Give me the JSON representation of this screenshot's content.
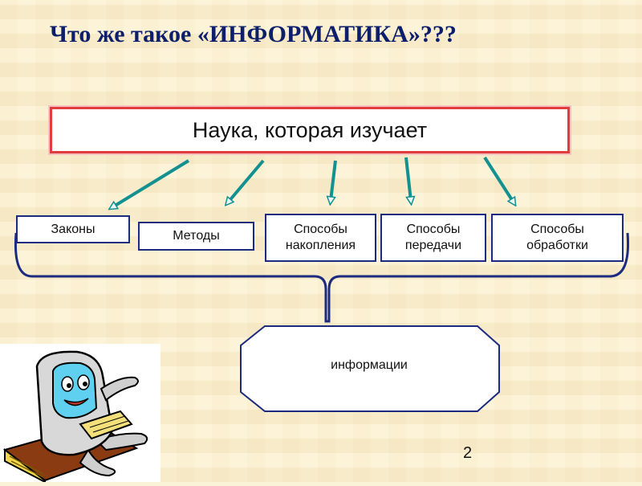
{
  "title": "Что же  такое «ИНФОРМАТИКА»???",
  "main_box": "Наука, которая изучает",
  "categories": [
    {
      "label": "Законы"
    },
    {
      "label": "Методы"
    },
    {
      "label": "Способы\nнакопления"
    },
    {
      "label": "Способы\nпередачи"
    },
    {
      "label": "Способы\nобработки"
    }
  ],
  "target": "информации",
  "page_number": "2",
  "colors": {
    "title": "#0d1f6b",
    "arrow": "#139090",
    "main_border": "#e33c3c",
    "box_border": "#1c2a80"
  },
  "clipart": "computer-on-book-icon"
}
